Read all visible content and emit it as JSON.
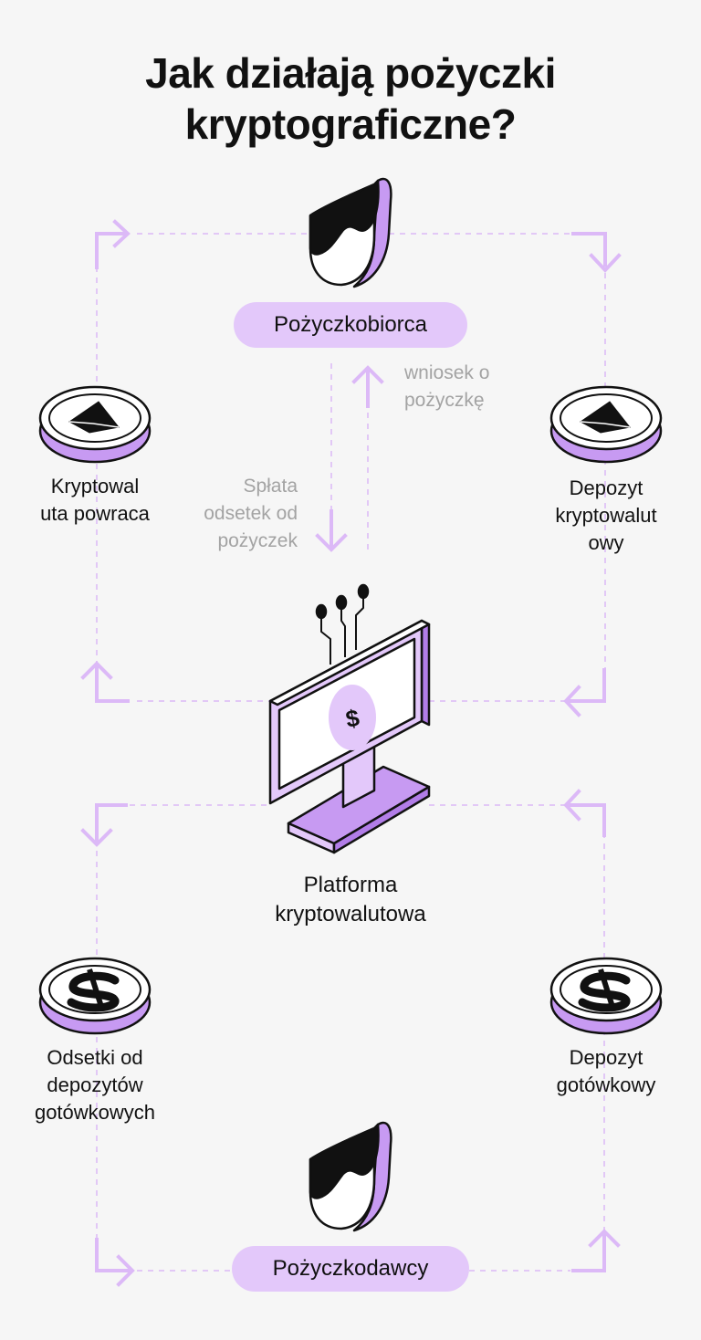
{
  "title": {
    "line1": "Jak działają pożyczki",
    "line2": "kryptograficzne?"
  },
  "nodes": {
    "borrower": "Pożyczkobiorca",
    "lenders": "Pożyczkodawcy",
    "platform": {
      "line1": "Platforma",
      "line2": "kryptowalutowa"
    }
  },
  "flows": {
    "loan_request": {
      "line1": "wniosek o",
      "line2": "pożyczkę"
    },
    "interest_repayment": {
      "line1": "Spłata",
      "line2": "odsetek od",
      "line3": "pożyczek"
    },
    "crypto_returned": {
      "line1": "Kryptowal",
      "line2": "uta powraca"
    },
    "crypto_deposit": {
      "line1": "Depozyt",
      "line2": "kryptowalut",
      "line3": "owy"
    },
    "cash_interest": {
      "line1": "Odsetki od",
      "line2": "depozytów",
      "line3": "gotówkowych"
    },
    "cash_deposit": {
      "line1": "Depozyt",
      "line2": "gotówkowy"
    }
  },
  "icons": {
    "person": "person-icon",
    "ethereum_coin": "ethereum-coin-icon",
    "dollar_coin": "dollar-coin-icon",
    "monitor": "monitor-icon",
    "arrow": "arrow-icon",
    "monitor_symbol": "$"
  },
  "colors": {
    "background": "#f6f6f6",
    "accent": "#e3c8fa",
    "accent_strong": "#c79af2",
    "arrow": "#dcb9f7",
    "dashed_line": "#e2c8f6",
    "muted_text": "#a3a3a3",
    "ink": "#111111"
  }
}
